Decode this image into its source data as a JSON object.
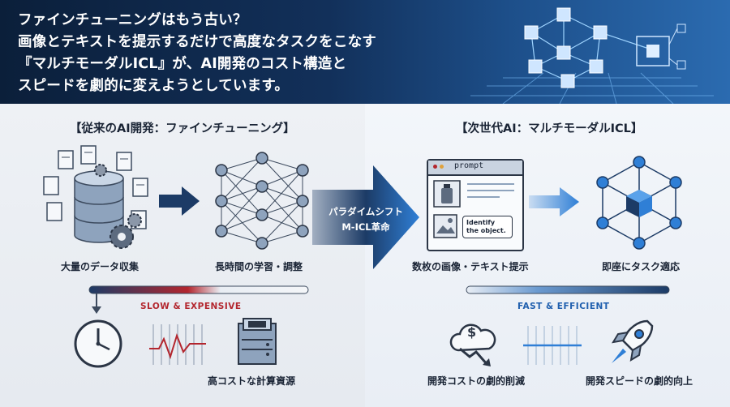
{
  "header": {
    "headline": "ファインチューニングはもう古い？\n画像とテキストを提示するだけで高度なタスクをこなす\n『マルチモーダルICL』が、AI開発のコスト構造と\nスピードを劇的に変えようとしています。"
  },
  "left": {
    "title": "【従来のAI開発：ファインチューニング】",
    "step1_caption": "大量のデータ収集",
    "step2_caption": "長時間の学習・調整",
    "bar_label": "SLOW & EXPENSIVE",
    "resource_caption": "高コストな計算資源"
  },
  "shift": {
    "label": "パラダイムシフト\nM-ICL革命"
  },
  "right": {
    "title": "【次世代AI：マルチモーダルICL】",
    "prompt_window_title": "prompt",
    "prompt_text": "Identify the object.",
    "step1_caption": "数枚の画像・テキスト提示",
    "step2_caption": "即座にタスク適応",
    "bar_label": "FAST & EFFICIENT",
    "benefit1_caption": "開発コストの劇的削減",
    "benefit2_caption": "開発スピードの劇的向上",
    "dollar_symbol": "$"
  },
  "colors": {
    "navy": "#1c3b66",
    "accent_blue": "#2f7fd6",
    "slow_red": "#b3262e",
    "fast_blue": "#1f5fae"
  }
}
